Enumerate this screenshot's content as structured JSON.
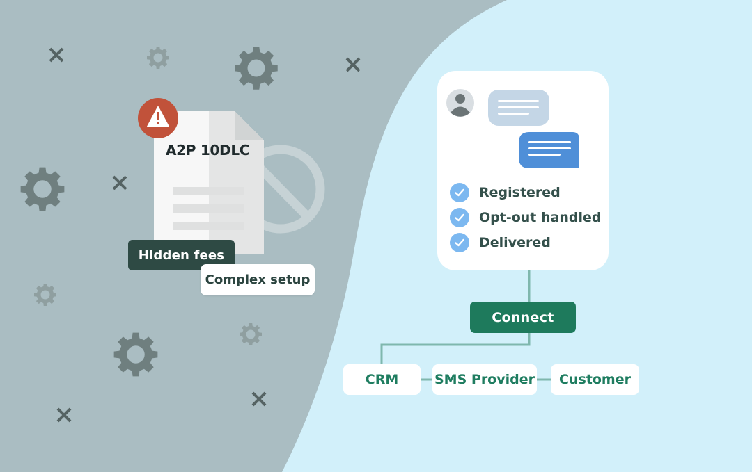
{
  "document": {
    "title": "A2P 10DLC",
    "tags": [
      "Hidden fees",
      "Complex setup"
    ]
  },
  "status_card": {
    "items": [
      "Registered",
      "Opt-out handled",
      "Delivered"
    ]
  },
  "flow": {
    "connect_label": "Connect",
    "nodes": [
      "CRM",
      "SMS Provider",
      "Customer"
    ]
  },
  "icons": {
    "warning": "warning-icon",
    "prohibited": "prohibited-icon",
    "avatar": "user-avatar-icon",
    "check": "check-icon",
    "gear": "gear-icon",
    "cross": "close-icon"
  },
  "colors": {
    "left_bg": "#aabdc2",
    "right_bg": "#d2f0fa",
    "warning": "#c1523a",
    "dark_tag": "#2e4a44",
    "connect": "#1e7a5c",
    "check": "#7cb8f0",
    "bubble_received": "#c4d6e6",
    "bubble_sent": "#4f8fd8",
    "node_text": "#1f7d60"
  }
}
